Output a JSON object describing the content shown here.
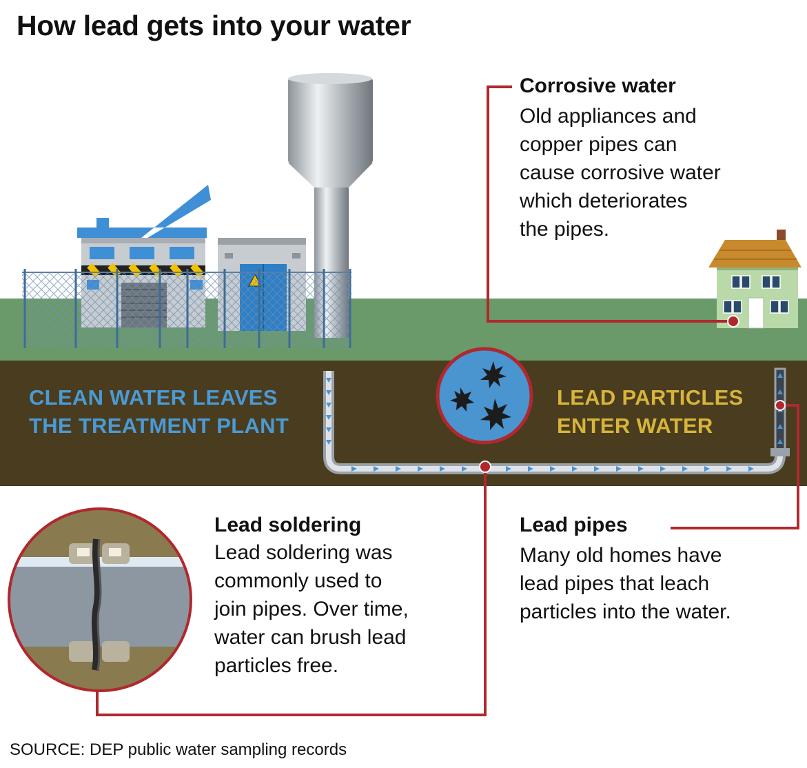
{
  "title": "How lead gets into your water",
  "labels": {
    "clean_water": [
      "CLEAN WATER LEAVES",
      "THE TREATMENT PLANT"
    ],
    "lead_particles": [
      "LEAD PARTICLES",
      "ENTER WATER"
    ]
  },
  "callouts": {
    "corrosive": {
      "heading": "Corrosive water",
      "lines": [
        "Old appliances and",
        "copper pipes can",
        "cause corrosive water",
        "which deteriorates",
        "the pipes."
      ]
    },
    "soldering": {
      "heading": "Lead soldering",
      "lines": [
        "Lead soldering was",
        "commonly used to",
        "join pipes. Over time,",
        "water can brush lead",
        "particles free."
      ]
    },
    "pipes": {
      "heading": "Lead pipes",
      "lines": [
        "Many old homes have",
        "lead pipes that leach",
        "particles into the water."
      ]
    }
  },
  "source": "SOURCE: DEP public water sampling records",
  "colors": {
    "sky": "#ffffff",
    "grass": "#6a9a6a",
    "soil": "#4a3c1e",
    "clean_label": "#4a9ad6",
    "lead_label": "#d7b53b",
    "leader": "#b0282e",
    "water_blue": "#4a94d0"
  }
}
